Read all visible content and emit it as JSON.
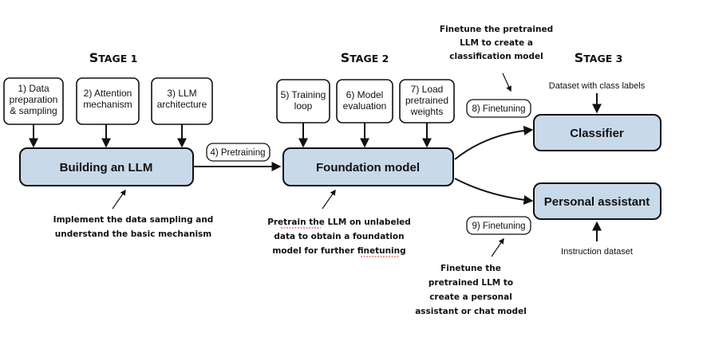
{
  "stages": {
    "stage1": "Stage 1",
    "stage2": "Stage 2",
    "stage3": "Stage 3"
  },
  "stage1_steps": [
    [
      "1) Data",
      "preparation",
      "& sampling"
    ],
    [
      "2) Attention",
      "mechanism"
    ],
    [
      "3) LLM",
      "architecture"
    ]
  ],
  "stage2_steps": [
    [
      "5) Training",
      "loop"
    ],
    [
      "6) Model",
      "evaluation"
    ],
    [
      "7) Load",
      "pretrained",
      "weights"
    ]
  ],
  "main_boxes": {
    "building": "Building an LLM",
    "foundation": "Foundation model",
    "classifier": "Classifier",
    "assistant": "Personal assistant"
  },
  "pills": {
    "pretraining": "4) Pretraining",
    "finetuning8": "8) Finetuning",
    "finetuning9": "9) Finetuning"
  },
  "inputs": {
    "class_labels": "Dataset with class labels",
    "instruction": "Instruction dataset"
  },
  "notes": {
    "stage1_note": [
      "Implement the data sampling and",
      "understand the basic mechanism"
    ],
    "stage2_note": [
      "Pretrain the LLM on unlabeled",
      "data to obtain a foundation",
      "model for further finetuning"
    ],
    "classification_note": [
      "Finetune the pretrained",
      "LLM to create a",
      "classification model"
    ],
    "assistant_note": [
      "Finetune the",
      "pretrained LLM to",
      "create a personal",
      "assistant or chat model"
    ]
  },
  "colors": {
    "main_fill": "#c8d9ea",
    "stroke": "#111111"
  }
}
